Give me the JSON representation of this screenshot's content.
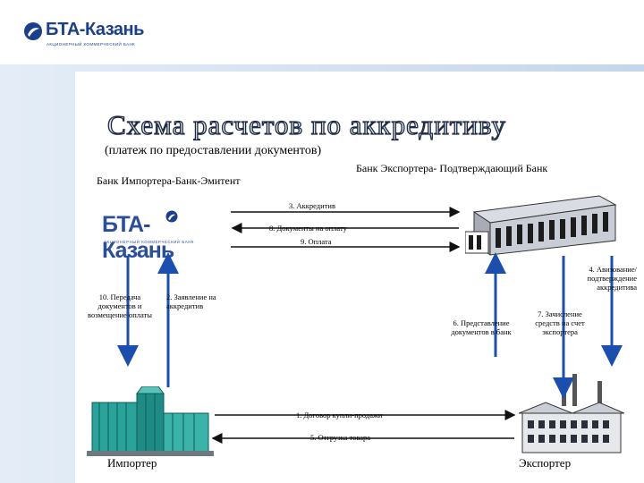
{
  "header": {
    "logo_name": "БТА-Казань",
    "logo_tagline": "АКЦИОНЕРНЫЙ КОММЕРЧЕСКИЙ БАНК"
  },
  "title": "Схема расчетов по аккредитиву",
  "subtitle": "(платеж по предоставлении документов)",
  "banks": {
    "importer_bank": "Банк Импортера-Банк-Эмитент",
    "exporter_bank": "Банк Экспортера- Подтверждающий Банк",
    "center_logo_name": "БТА-Казань",
    "center_logo_tagline": "АКЦИОНЕРНЫЙ КОММЕРЧЕСКИЙ БАНК"
  },
  "steps": {
    "s1": "1. Договор купли-продажи",
    "s2": "2. Заявление на аккредитив",
    "s3": "3. Аккредитив",
    "s4": "4. Авизование/ подтверждение аккредитива",
    "s5": "5. Отгрузка товара",
    "s6": "6. Представление документов в банк",
    "s7": "7. Зачисление средств на счет экспортера",
    "s8": "8. Документы на оплату",
    "s9": "9. Оплата",
    "s10": "10. Передача документов и возмещение оплаты"
  },
  "parties": {
    "importer": "Импортер",
    "exporter": "Экспортер"
  },
  "colors": {
    "brand_blue": "#1b3f8f",
    "teal": "#0e8f8a",
    "arrow_blue": "#1a4fb0",
    "arrow_black": "#111111"
  }
}
